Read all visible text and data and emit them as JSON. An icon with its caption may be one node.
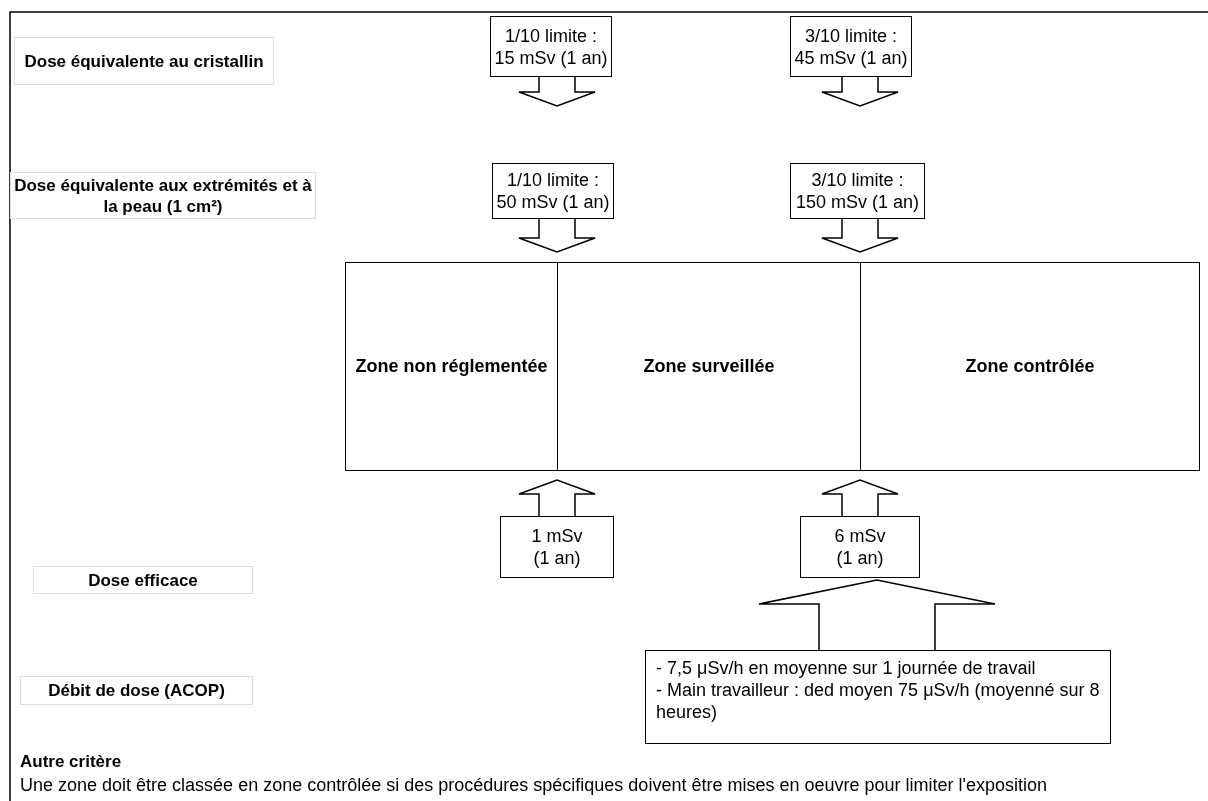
{
  "diagram": {
    "nodes": [
      {
        "text": [
          "Dose équivalente au cristallin"
        ]
      },
      {
        "text": [
          "Dose équivalente aux extrémités et à la peau (1 cm²)"
        ]
      },
      {
        "text": [
          "Dose efficace"
        ]
      },
      {
        "text": [
          "Débit de dose (ACOP)"
        ]
      },
      {
        "text": [
          "1/10 limite : 15 mSv (1 an)"
        ]
      },
      {
        "text": [
          "3/10 limite : 45 mSv (1 an)"
        ]
      },
      {
        "text": [
          "1/10 limite : 50 mSv (1 an)"
        ]
      },
      {
        "text": [
          "3/10 limite : 150 mSv (1 an)"
        ]
      },
      {
        "text": [
          "Zone non réglementée"
        ]
      },
      {
        "text": [
          "Zone surveillée"
        ]
      },
      {
        "text": [
          "Zone contrôlée"
        ]
      },
      {
        "text": [
          "1 mSv (1 an)"
        ]
      },
      {
        "text": [
          "6 mSv (1 an)"
        ]
      },
      {
        "text": [
          "- 7,5 μSv/h en moyenne sur 1 journée de travail",
          "- Main travailleur : ded moyen 75 μSv/h (moyenné sur 8 heures)"
        ]
      }
    ],
    "edges": [
      {
        "from": 4,
        "to": null,
        "arrow": "to"
      },
      {
        "from": 5,
        "to": null,
        "arrow": "to"
      },
      {
        "from": 6,
        "to": null,
        "arrow": "to"
      },
      {
        "from": 7,
        "to": null,
        "arrow": "to"
      },
      {
        "from": 11,
        "to": null,
        "arrow": "to"
      },
      {
        "from": 12,
        "to": null,
        "arrow": "to"
      },
      {
        "from": 13,
        "to": 12,
        "arrow": "to"
      }
    ],
    "labels": [
      "Autre critère",
      "Une zone doit être classée en zone contrôlée si des procédures spécifiques doivent être mises en oeuvre pour limiter l'exposition"
    ]
  }
}
